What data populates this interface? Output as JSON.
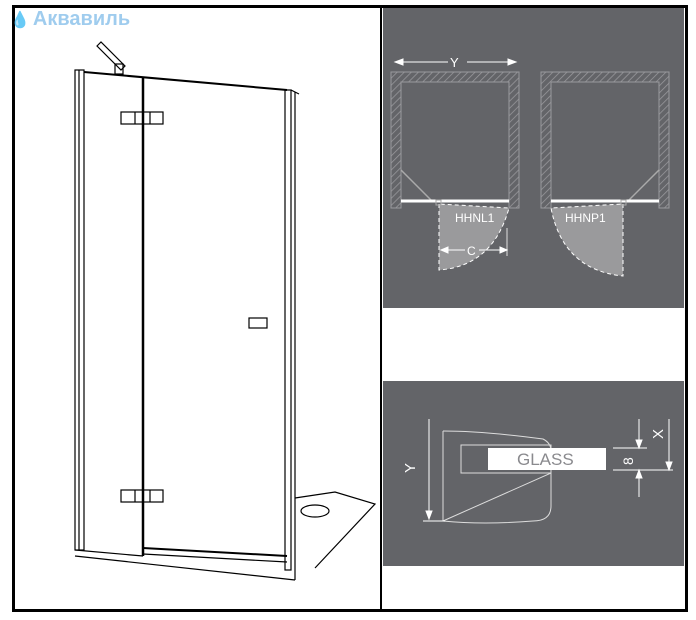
{
  "watermark": "Аквавиль",
  "plan_view": {
    "dimension_width": "Y",
    "dimension_opening": "C",
    "models": [
      {
        "code": "HHNL1",
        "hinge_side": "left"
      },
      {
        "code": "HHNP1",
        "hinge_side": "right"
      }
    ]
  },
  "profile_section": {
    "glass_label": "GLASS",
    "dimension_height": "Y",
    "dimension_x": "X",
    "glass_thickness": "8"
  },
  "colors": {
    "panel": "#636468",
    "border": "#000000",
    "watermark": "#8fc4ec"
  }
}
